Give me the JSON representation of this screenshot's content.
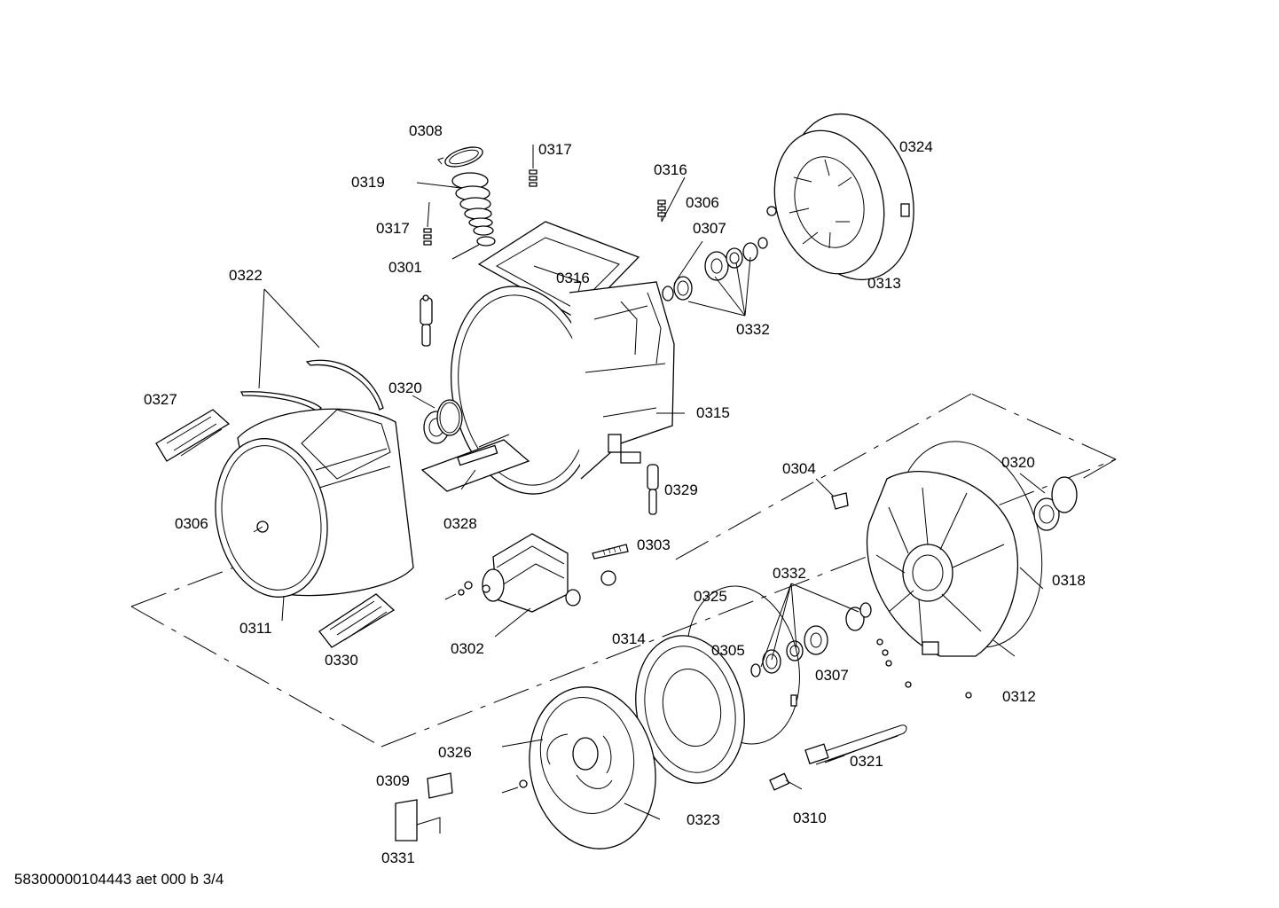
{
  "footer": {
    "document_ref": "58300000104443 aet 000 b 3/4"
  },
  "parts": [
    {
      "id": "p0308",
      "label": "0308"
    },
    {
      "id": "p0317a",
      "label": "0317"
    },
    {
      "id": "p0319",
      "label": "0319"
    },
    {
      "id": "p0317b",
      "label": "0317"
    },
    {
      "id": "p0301",
      "label": "0301"
    },
    {
      "id": "p0316a",
      "label": "0316"
    },
    {
      "id": "p0316b",
      "label": "0316"
    },
    {
      "id": "p0306a",
      "label": "0306"
    },
    {
      "id": "p0307a",
      "label": "0307"
    },
    {
      "id": "p0324",
      "label": "0324"
    },
    {
      "id": "p0313",
      "label": "0313"
    },
    {
      "id": "p0332a",
      "label": "0332"
    },
    {
      "id": "p0322",
      "label": "0322"
    },
    {
      "id": "p0320a",
      "label": "0320"
    },
    {
      "id": "p0315",
      "label": "0315"
    },
    {
      "id": "p0327",
      "label": "0327"
    },
    {
      "id": "p0306b",
      "label": "0306"
    },
    {
      "id": "p0328",
      "label": "0328"
    },
    {
      "id": "p0329",
      "label": "0329"
    },
    {
      "id": "p0304",
      "label": "0304"
    },
    {
      "id": "p0320b",
      "label": "0320"
    },
    {
      "id": "p0303",
      "label": "0303"
    },
    {
      "id": "p0318",
      "label": "0318"
    },
    {
      "id": "p0332b",
      "label": "0332"
    },
    {
      "id": "p0325",
      "label": "0325"
    },
    {
      "id": "p0311",
      "label": "0311"
    },
    {
      "id": "p0302",
      "label": "0302"
    },
    {
      "id": "p0314",
      "label": "0314"
    },
    {
      "id": "p0305",
      "label": "0305"
    },
    {
      "id": "p0307b",
      "label": "0307"
    },
    {
      "id": "p0312",
      "label": "0312"
    },
    {
      "id": "p0330",
      "label": "0330"
    },
    {
      "id": "p0326",
      "label": "0326"
    },
    {
      "id": "p0321",
      "label": "0321"
    },
    {
      "id": "p0309",
      "label": "0309"
    },
    {
      "id": "p0310",
      "label": "0310"
    },
    {
      "id": "p0323",
      "label": "0323"
    },
    {
      "id": "p0331",
      "label": "0331"
    }
  ]
}
